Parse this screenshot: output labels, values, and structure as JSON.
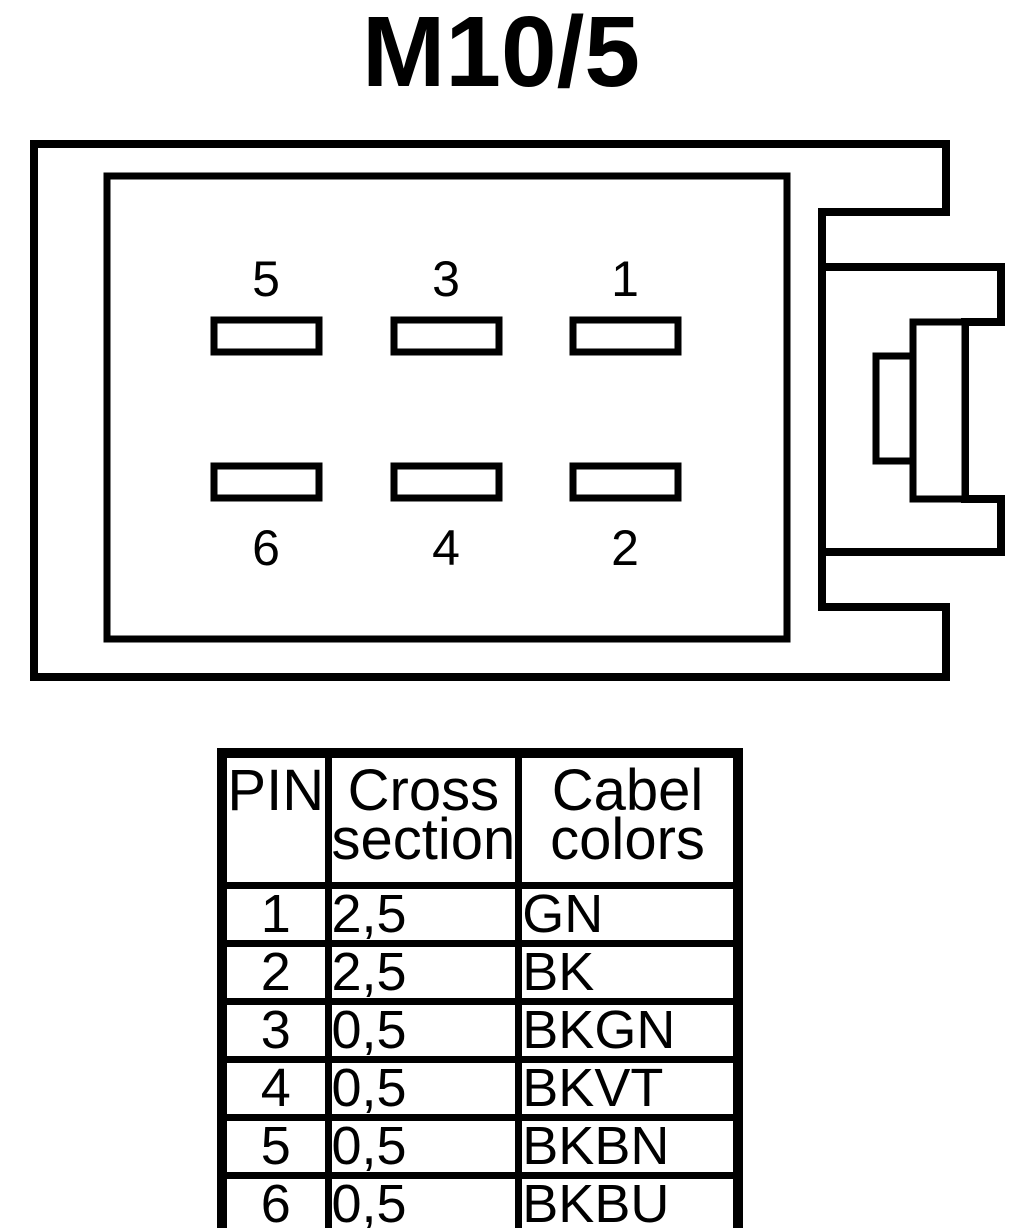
{
  "page": {
    "background_color": "#ffffff",
    "ink_color": "#000000"
  },
  "title": "M10/5",
  "connector": {
    "description": "6-slot rectangular connector face with right-side latch",
    "top_row_labels": [
      "5",
      "3",
      "1"
    ],
    "bottom_row_labels": [
      "6",
      "4",
      "2"
    ]
  },
  "table": {
    "headers": {
      "pin": "PIN",
      "cross_section": [
        "Cross",
        "section"
      ],
      "cable_colors": [
        "Cabel",
        "colors"
      ]
    },
    "rows": [
      {
        "pin": "1",
        "cross_section": "2,5",
        "cable_color": "GN"
      },
      {
        "pin": "2",
        "cross_section": "2,5",
        "cable_color": "BK"
      },
      {
        "pin": "3",
        "cross_section": "0,5",
        "cable_color": "BKGN"
      },
      {
        "pin": "4",
        "cross_section": "0,5",
        "cable_color": "BKVT"
      },
      {
        "pin": "5",
        "cross_section": "0,5",
        "cable_color": "BKBN"
      },
      {
        "pin": "6",
        "cross_section": "0,5",
        "cable_color": "BKBU"
      }
    ]
  }
}
